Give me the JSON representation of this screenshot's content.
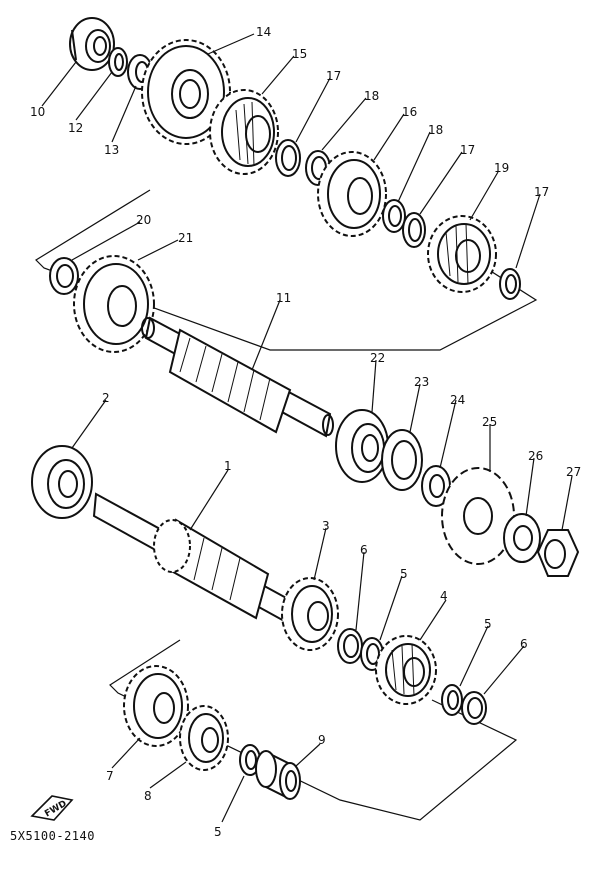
{
  "diagram": {
    "drawing_code": "5X5100-2140",
    "fwd_label": "FWD",
    "part_numbers": [
      "1",
      "2",
      "3",
      "4",
      "5",
      "5",
      "5",
      "6",
      "6",
      "7",
      "8",
      "9",
      "10",
      "11",
      "12",
      "13",
      "14",
      "15",
      "16",
      "17",
      "17",
      "17",
      "18",
      "18",
      "19",
      "20",
      "21",
      "22",
      "23",
      "24",
      "25",
      "26",
      "27"
    ]
  }
}
